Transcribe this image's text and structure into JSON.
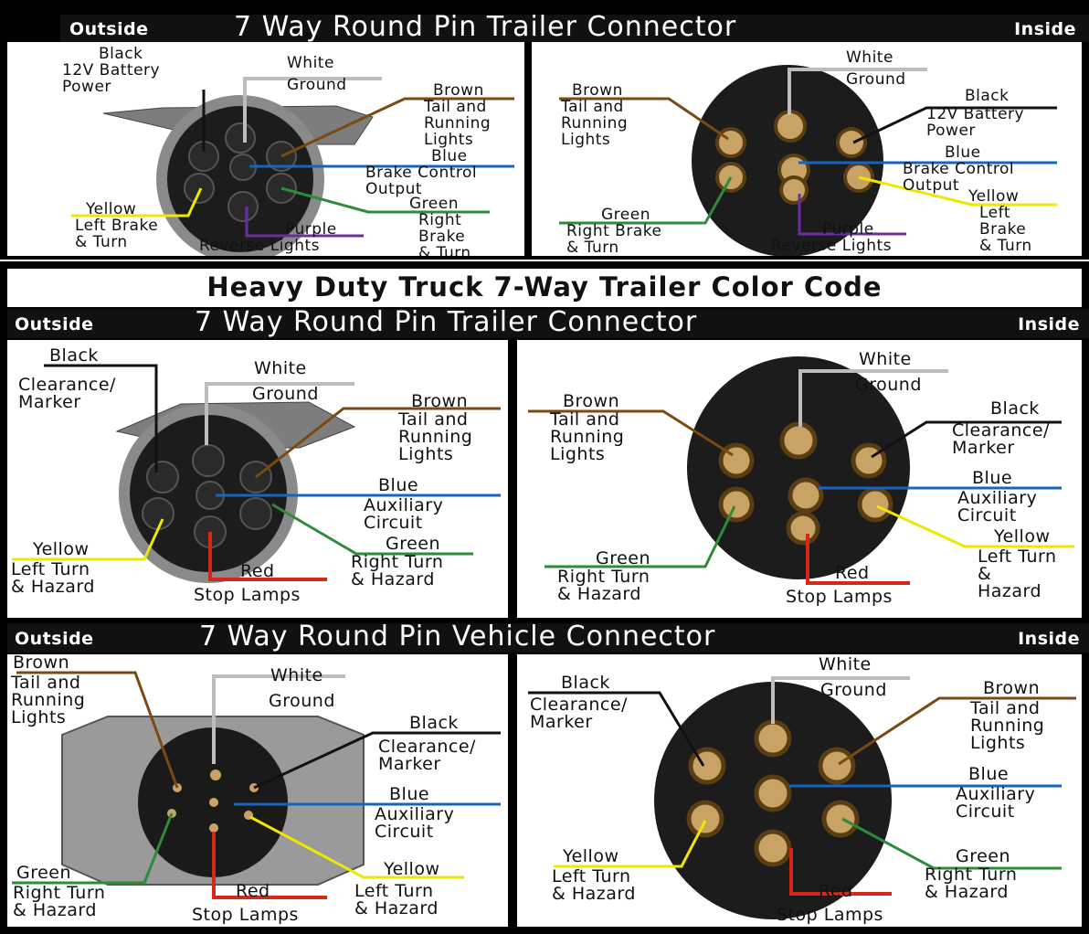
{
  "section1": {
    "title": "7 Way Round Pin Trailer Connector",
    "outside_label": "Outside",
    "inside_label": "Inside",
    "outside": {
      "black": {
        "color": "Black",
        "desc": "12V Battery\nPower"
      },
      "white": {
        "color": "White",
        "desc": "Ground"
      },
      "brown": {
        "color": "Brown",
        "desc": "Tail and\nRunning\nLights"
      },
      "blue": {
        "color": "Blue",
        "desc": "Brake Control\nOutput"
      },
      "green": {
        "color": "Green",
        "desc": "Right\nBrake\n& Turn"
      },
      "yellow": {
        "color": "Yellow",
        "desc": "Left Brake\n& Turn"
      },
      "purple": {
        "color": "Purple",
        "desc": "Reverse Lights"
      }
    },
    "inside": {
      "white": {
        "color": "White",
        "desc": "Ground"
      },
      "brown": {
        "color": "Brown",
        "desc": "Tail and\nRunning\nLights"
      },
      "black": {
        "color": "Black",
        "desc": "12V Battery\nPower"
      },
      "blue": {
        "color": "Blue",
        "desc": "Brake Control\nOutput"
      },
      "yellow": {
        "color": "Yellow",
        "desc": "Left\nBrake\n& Turn"
      },
      "green": {
        "color": "Green",
        "desc": "Right Brake\n& Turn"
      },
      "purple": {
        "color": "Purple",
        "desc": "Reverse Lights"
      }
    }
  },
  "banner": "Heavy Duty Truck 7-Way Trailer Color Code",
  "section2": {
    "title": "7 Way Round Pin Trailer Connector",
    "outside_label": "Outside",
    "inside_label": "Inside",
    "outside": {
      "black": {
        "color": "Black",
        "desc": "Clearance/\nMarker"
      },
      "white": {
        "color": "White",
        "desc": "Ground"
      },
      "brown": {
        "color": "Brown",
        "desc": "Tail and\nRunning\nLights"
      },
      "blue": {
        "color": "Blue",
        "desc": "Auxiliary\nCircuit"
      },
      "green": {
        "color": "Green",
        "desc": "Right Turn\n& Hazard"
      },
      "yellow": {
        "color": "Yellow",
        "desc": "Left Turn\n& Hazard"
      },
      "red": {
        "color": "Red",
        "desc": "Stop Lamps"
      }
    },
    "inside": {
      "white": {
        "color": "White",
        "desc": "Ground"
      },
      "brown": {
        "color": "Brown",
        "desc": "Tail and\nRunning\nLights"
      },
      "black": {
        "color": "Black",
        "desc": "Clearance/\nMarker"
      },
      "blue": {
        "color": "Blue",
        "desc": "Auxiliary\nCircuit"
      },
      "yellow": {
        "color": "Yellow",
        "desc": "Left Turn\n&\nHazard"
      },
      "green": {
        "color": "Green",
        "desc": "Right Turn\n& Hazard"
      },
      "red": {
        "color": "Red",
        "desc": "Stop Lamps"
      }
    }
  },
  "section3": {
    "title": "7 Way Round Pin Vehicle Connector",
    "outside_label": "Outside",
    "inside_label": "Inside",
    "outside": {
      "brown": {
        "color": "Brown",
        "desc": "Tail and\nRunning\nLights"
      },
      "white": {
        "color": "White",
        "desc": "Ground"
      },
      "black": {
        "color": "Black",
        "desc": "Clearance/\nMarker"
      },
      "blue": {
        "color": "Blue",
        "desc": "Auxiliary\nCircuit"
      },
      "yellow": {
        "color": "Yellow",
        "desc": "Left Turn\n& Hazard"
      },
      "green": {
        "color": "Green",
        "desc": "Right Turn\n& Hazard"
      },
      "red": {
        "color": "Red",
        "desc": "Stop Lamps"
      }
    },
    "inside": {
      "black": {
        "color": "Black",
        "desc": "Clearance/\nMarker"
      },
      "white": {
        "color": "White",
        "desc": "Ground"
      },
      "brown": {
        "color": "Brown",
        "desc": "Tail and\nRunning\nLights"
      },
      "blue": {
        "color": "Blue",
        "desc": "Auxiliary\nCircuit"
      },
      "yellow": {
        "color": "Yellow",
        "desc": "Left Turn\n& Hazard"
      },
      "green": {
        "color": "Green",
        "desc": "Right Turn\n& Hazard"
      },
      "red": {
        "color": "Red",
        "desc": "Stop Lamps"
      }
    }
  },
  "wire_colors": {
    "black": "#111111",
    "white": "#bdbdbd",
    "brown": "#7a4a12",
    "blue": "#1565c0",
    "green": "#2e8b3a",
    "yellow": "#f2e600",
    "purple": "#6a2ea3",
    "red": "#d62718"
  }
}
